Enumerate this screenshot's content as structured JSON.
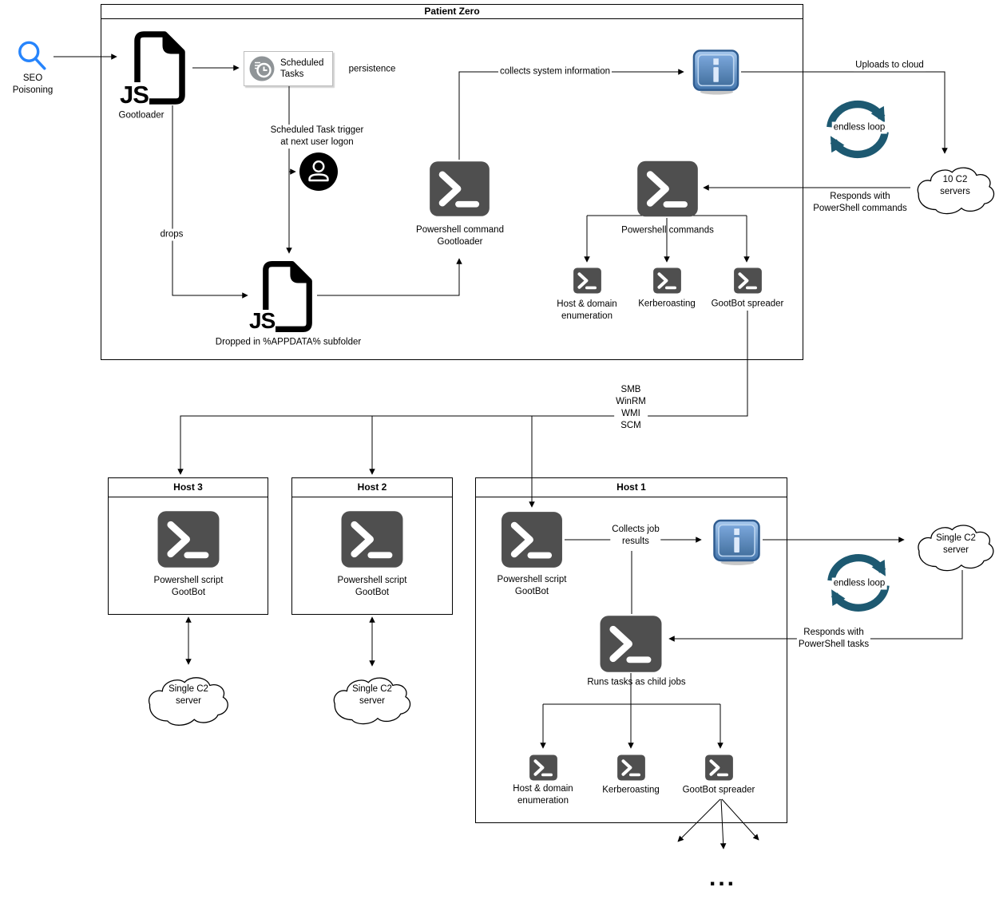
{
  "colors": {
    "line": "#000000",
    "background": "#ffffff",
    "powershell_gray": "#4f4f4f",
    "search_blue": "#2684fc",
    "info_blue_dark": "#2f5c90",
    "info_blue_fill": "#4577ae",
    "info_blue_light": "#a6c8ee",
    "loop_teal": "#1d5971",
    "scheduled_gray": "#8f9497"
  },
  "icons": {
    "search-icon": "magnifying-glass",
    "js-file-icon": "document-with-folded-corner",
    "js_file_text": "JS",
    "scheduled-tasks-icon": "clock-with-task-list",
    "user-icon": "person-silhouette",
    "powershell-icon": "terminal-prompt",
    "info-icon": "letter-i-blue-square",
    "endless-loop-icon": "circular-arrows",
    "cloud-icon": "cloud-outline"
  },
  "patient_zero": {
    "title": "Patient Zero",
    "seo_label": "SEO\nPoisoning",
    "gootloader_caption": "Gootloader",
    "scheduled_tasks_label": "Scheduled\nTasks",
    "persistence_label": "persistence",
    "trigger_note": "Scheduled Task trigger\nat next user logon",
    "drops_label": "drops",
    "dropped_caption": "Dropped in %APPDATA% subfolder",
    "ps_command_caption": "Powershell command\nGootloader",
    "collects_info_label": "collects system information",
    "uploads_label": "Uploads to cloud",
    "endless_loop_label": "endless loop",
    "c2_cloud_label": "10 C2 servers",
    "responds_commands_label": "Responds with\nPowerShell commands",
    "ps_commands_caption": "Powershell commands",
    "enum_caption": "Host & domain\nenumeration",
    "kerberoasting_caption": "Kerberoasting",
    "spreader_caption": "GootBot spreader"
  },
  "lateral_movement": {
    "protocols_label": "SMB\nWinRM\nWMI\nSCM"
  },
  "hosts": {
    "host3": {
      "title": "Host 3",
      "script_caption": "Powershell script\nGootBot",
      "cloud_label": "Single C2\nserver"
    },
    "host2": {
      "title": "Host 2",
      "script_caption": "Powershell script\nGootBot",
      "cloud_label": "Single C2\nserver"
    },
    "host1": {
      "title": "Host 1",
      "script_caption": "Powershell script\nGootBot",
      "collects_results_label": "Collects job\nresults",
      "cloud_label": "Single C2\nserver",
      "endless_loop_label": "endless loop",
      "responds_tasks_label": "Responds with\nPowerShell tasks",
      "runs_tasks_caption": "Runs tasks as child jobs",
      "enum_caption": "Host & domain\nenumeration",
      "kerberoasting_caption": "Kerberoasting",
      "spreader_caption": "GootBot spreader",
      "ellipsis": "..."
    }
  }
}
